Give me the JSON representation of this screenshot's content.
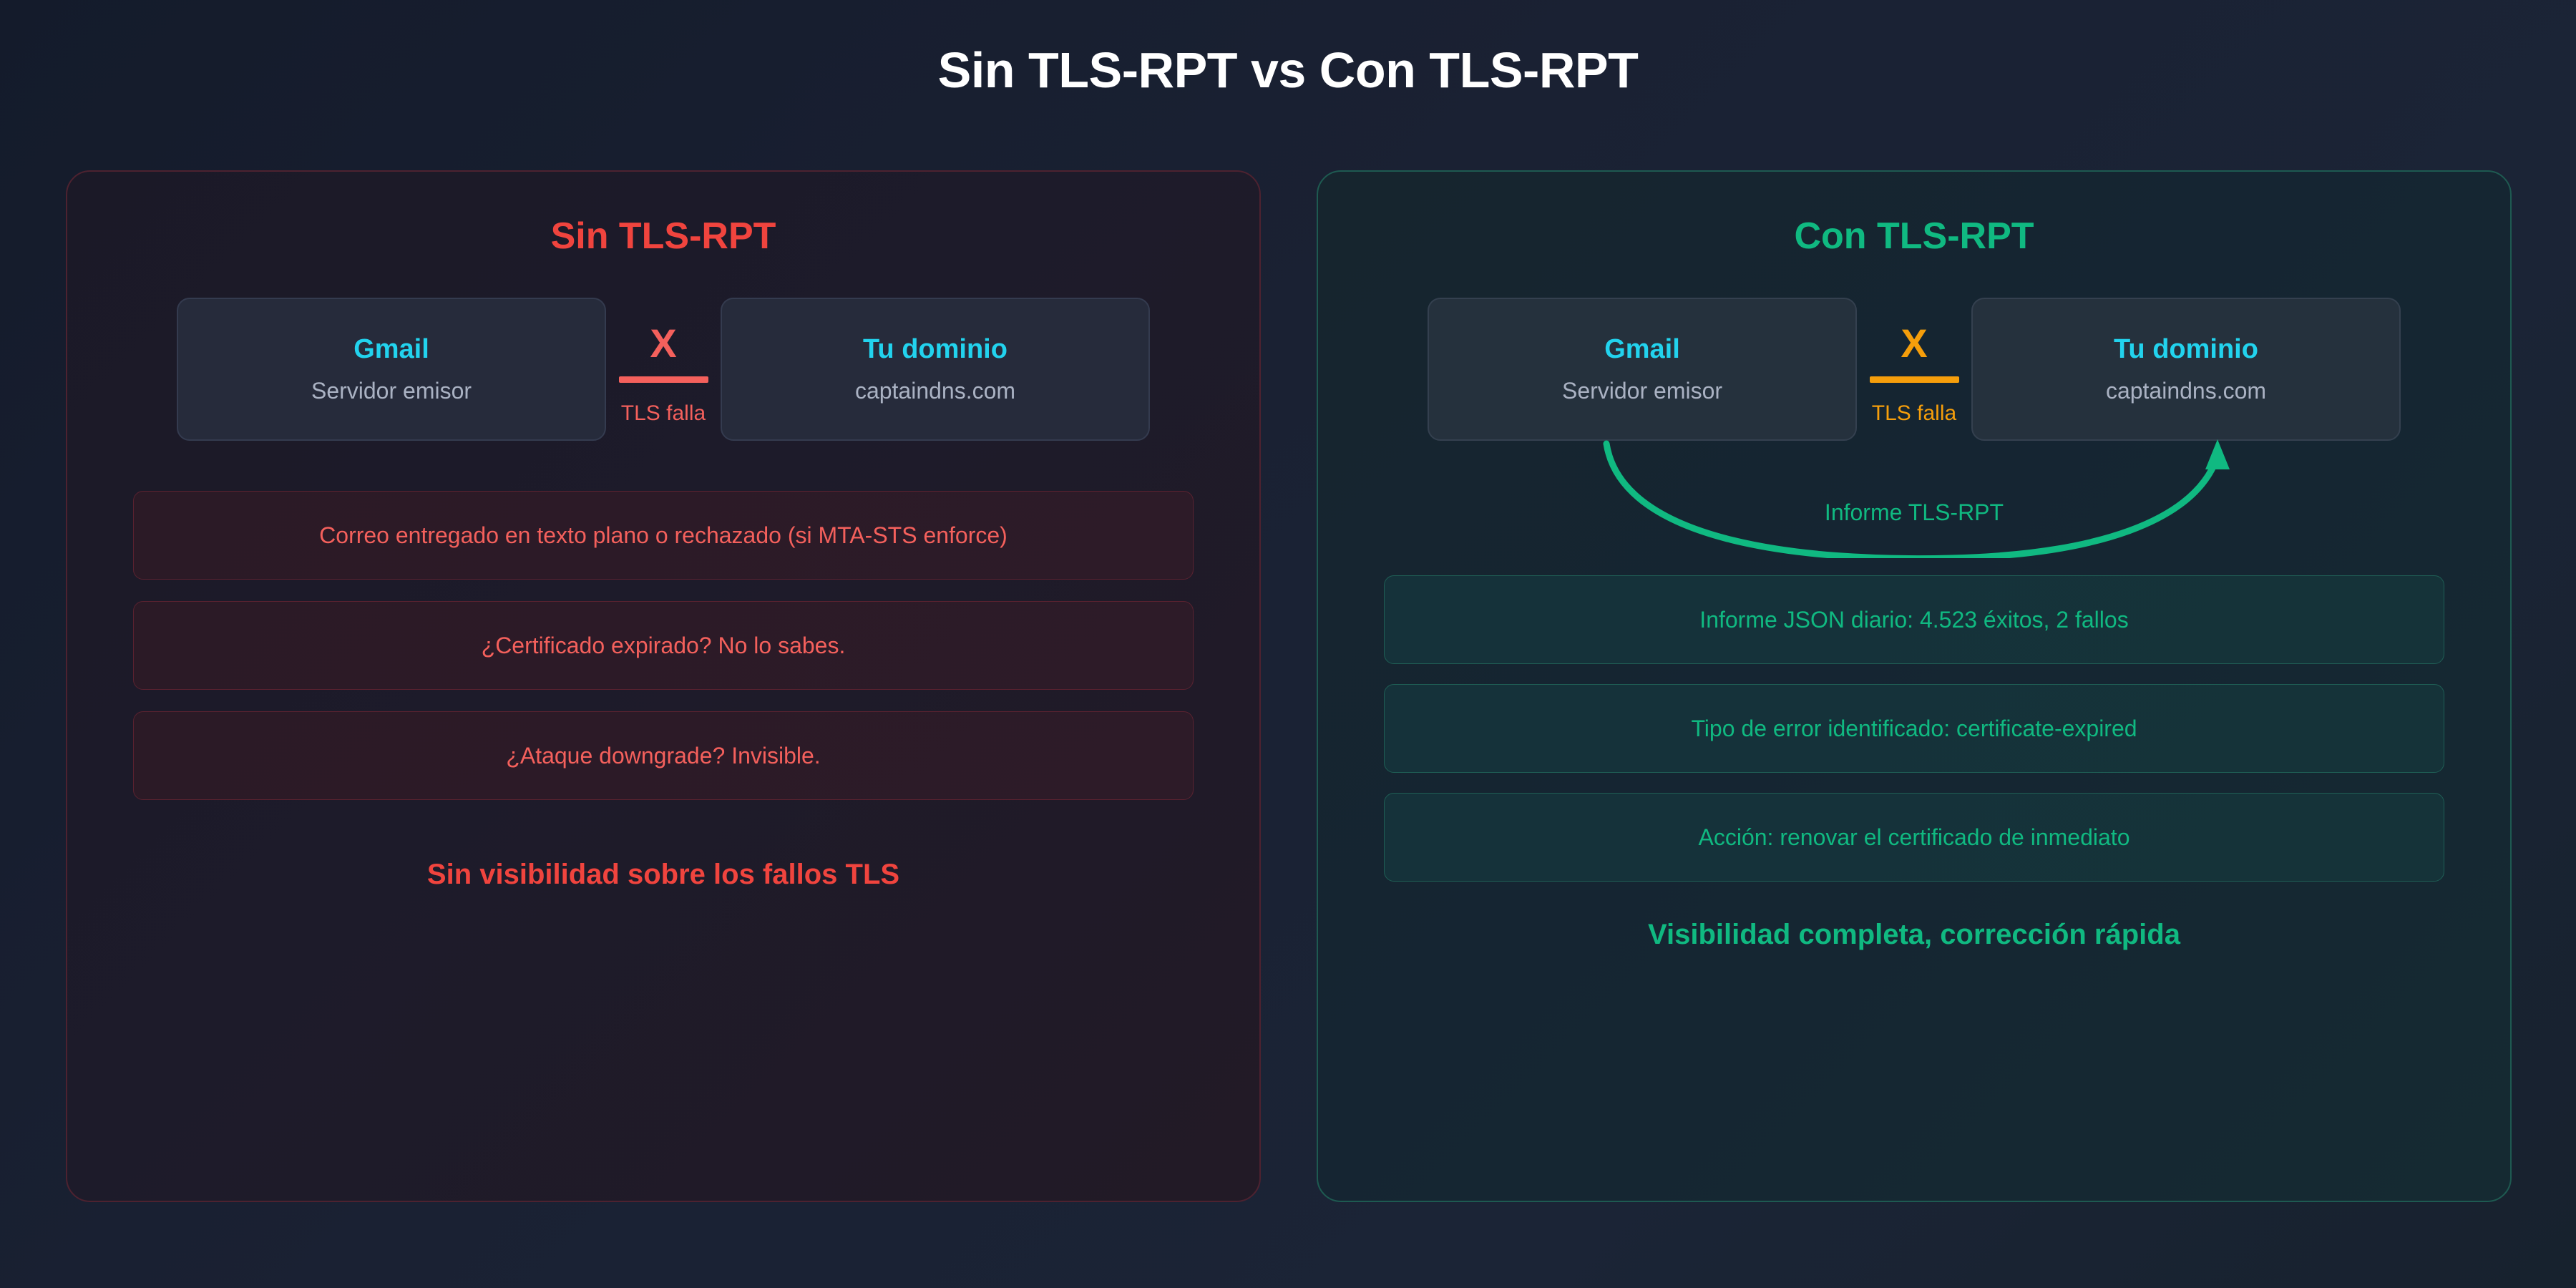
{
  "page": {
    "title": "Sin TLS-RPT vs Con TLS-RPT",
    "background_color": "#1a2133"
  },
  "panels": {
    "without": {
      "title": "Sin TLS-RPT",
      "accent_color": "#f0443e",
      "flow": {
        "sender": {
          "name": "Gmail",
          "subtitle": "Servidor emisor"
        },
        "receiver": {
          "name": "Tu dominio",
          "subtitle": "captaindns.com"
        },
        "link": {
          "symbol": "X",
          "label": "TLS falla",
          "color": "#f4605c"
        }
      },
      "cards": [
        "Correo entregado en texto plano o rechazado (si MTA-STS enforce)",
        "¿Certificado expirado? No lo sabes.",
        "¿Ataque downgrade? Invisible."
      ],
      "footer": "Sin visibilidad sobre los fallos TLS"
    },
    "with": {
      "title": "Con TLS-RPT",
      "accent_color": "#10b981",
      "flow": {
        "sender": {
          "name": "Gmail",
          "subtitle": "Servidor emisor"
        },
        "receiver": {
          "name": "Tu dominio",
          "subtitle": "captaindns.com"
        },
        "link": {
          "symbol": "X",
          "label": "TLS falla",
          "color": "#f59e0b"
        }
      },
      "arc": {
        "label": "Informe TLS-RPT",
        "color": "#10b981"
      },
      "cards": [
        "Informe JSON diario: 4.523 éxitos, 2 fallos",
        "Tipo de error identificado: certificate-expired",
        "Acción: renovar el certificado de inmediato"
      ],
      "footer": "Visibilidad completa, corrección rápida"
    }
  }
}
